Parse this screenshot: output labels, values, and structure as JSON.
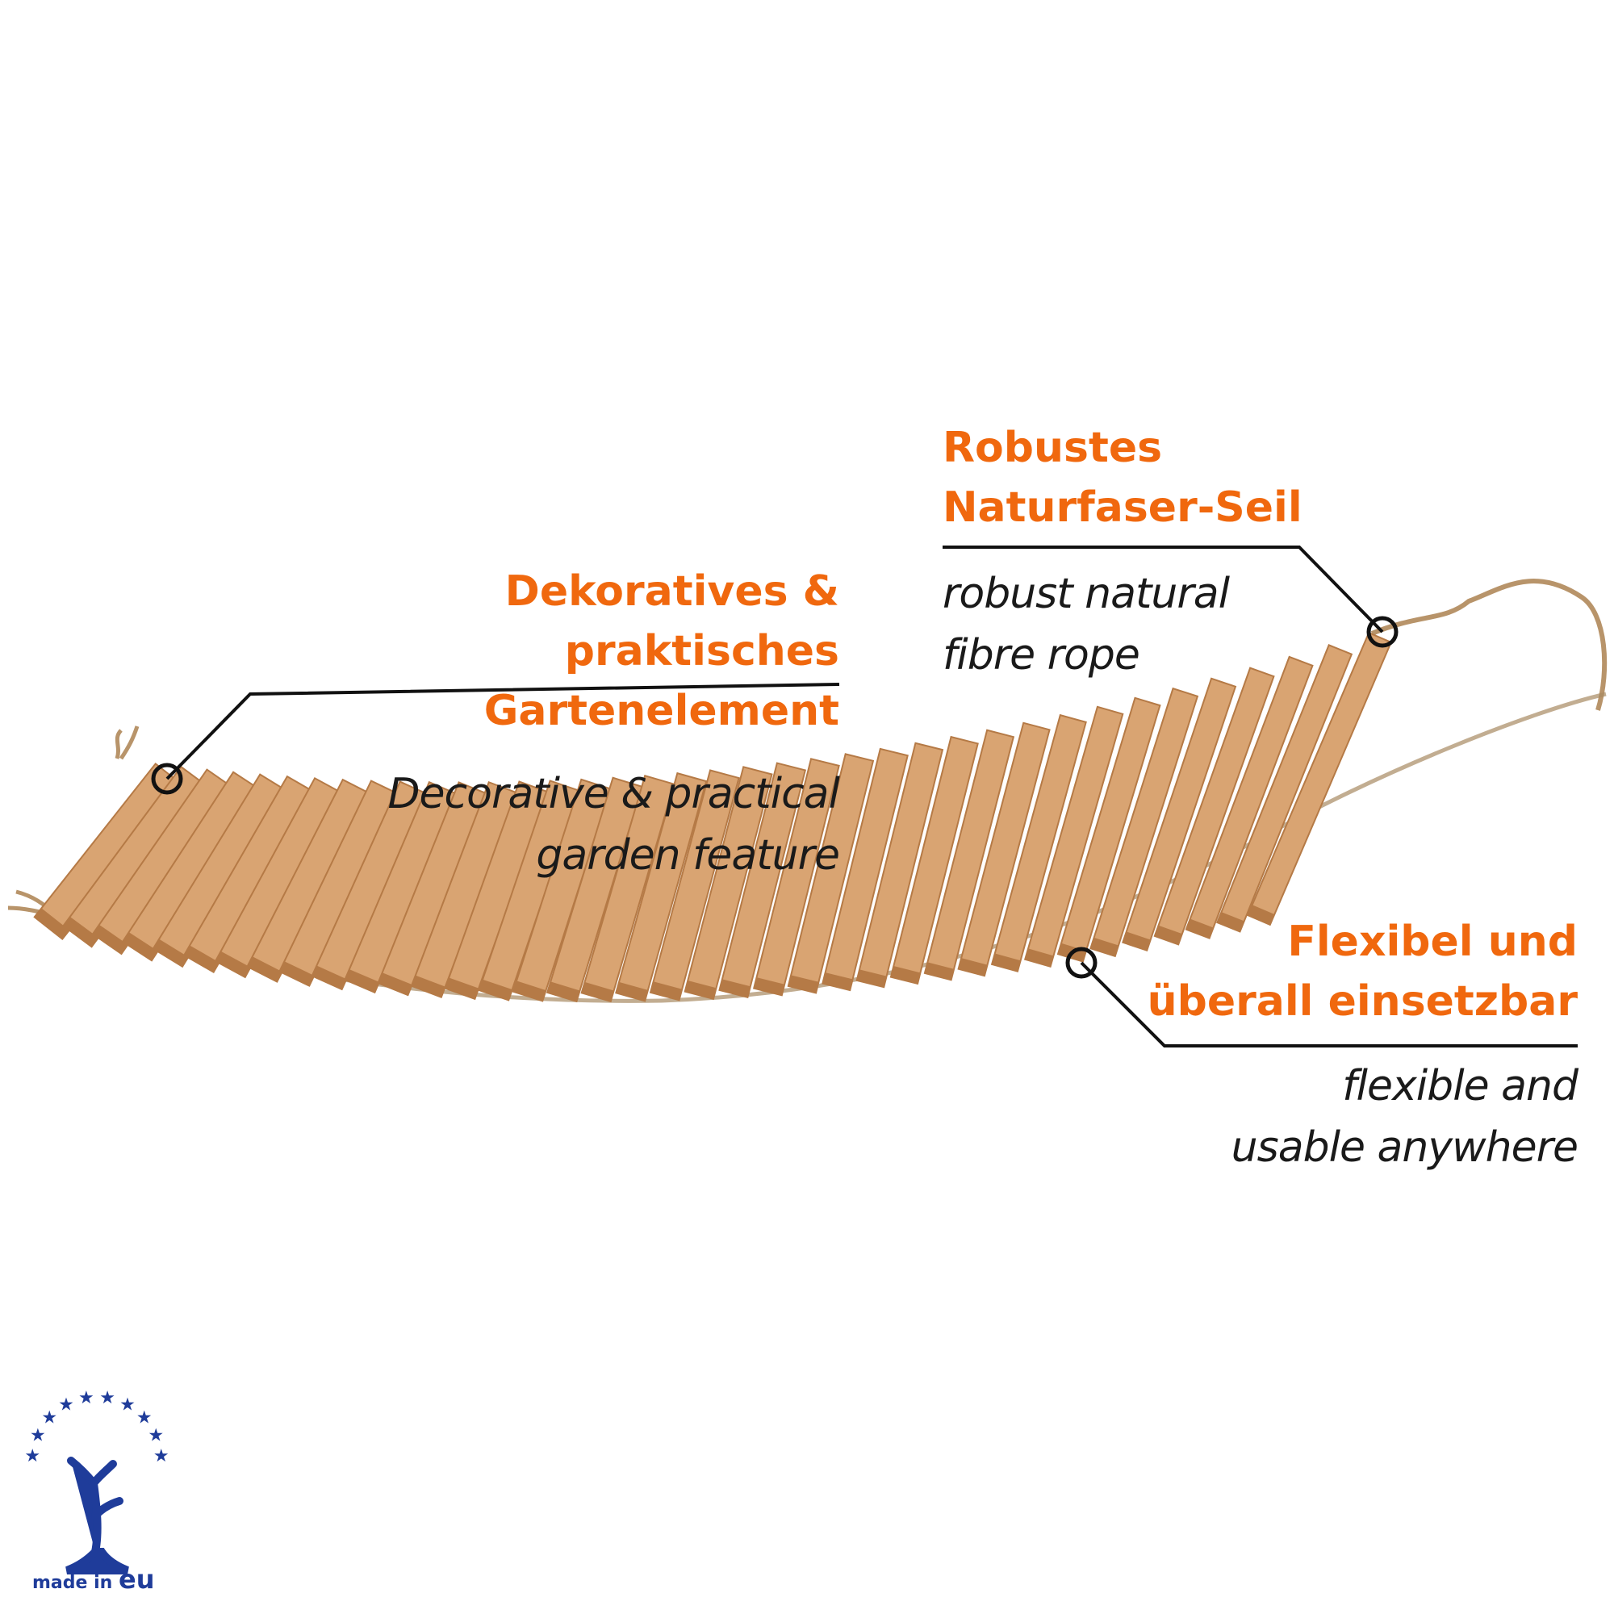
{
  "callouts": {
    "left": {
      "title_line1": "Dekoratives & praktisches",
      "title_line2": "Gartenelement",
      "sub_line1": "Decorative & practical",
      "sub_line2": "garden feature"
    },
    "top_right": {
      "title_line1": "Robustes",
      "title_line2": "Naturfaser-Seil",
      "sub_line1": "robust natural",
      "sub_line2": "fibre rope"
    },
    "bottom_right": {
      "title_line1": "Flexibel und",
      "title_line2": "überall einsetzbar",
      "sub_line1": "flexible and",
      "sub_line2": "usable anywhere"
    }
  },
  "logo": {
    "made_in": "made in",
    "eu": "eu"
  },
  "colors": {
    "accent": "#f0680e",
    "text": "#1a1a1a",
    "logo_blue": "#1f3c9a",
    "wood": "#d9a472",
    "wood_dark": "#b57a46",
    "rope": "#b8946a"
  },
  "icons": [
    "eu-star-icon",
    "tree-icon",
    "marker-circle-icon"
  ]
}
